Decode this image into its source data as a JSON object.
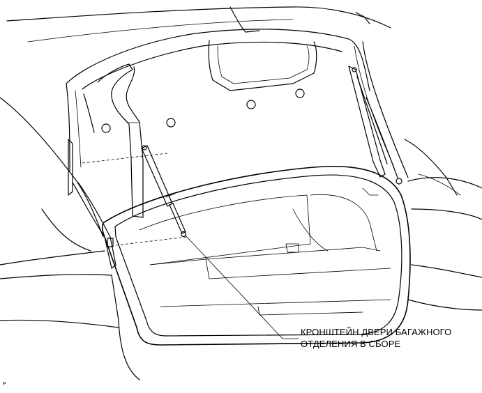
{
  "callout": {
    "line1": "КРОНШТЕЙН ДВЕРИ БАГАЖНОГО",
    "line2": "ОТДЕЛЕНИЯ В СБОРЕ"
  },
  "corner_code": "P"
}
